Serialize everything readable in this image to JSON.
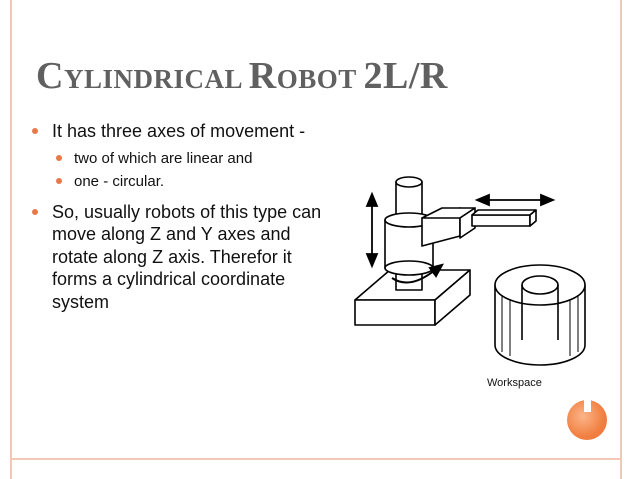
{
  "slide": {
    "title_parts": [
      {
        "text": "C",
        "small": false
      },
      {
        "text": "YLINDRICAL ",
        "small": true
      },
      {
        "text": "R",
        "small": false
      },
      {
        "text": "OBOT ",
        "small": true
      },
      {
        "text": "2L/R",
        "small": false
      }
    ],
    "bullets": [
      {
        "text": "It has three axes of movement -",
        "sub": [
          "two of which are linear and",
          "one - circular."
        ]
      },
      {
        "text": "So, usually robots of this type can move along Z and Y axes and rotate along Z axis. Therefor it forms a cylindrical coordinate system",
        "sub": []
      }
    ],
    "figure_caption": "Workspace"
  },
  "colors": {
    "accent": "#e8794a",
    "title": "#606060",
    "frame": "#f2c7b6"
  }
}
